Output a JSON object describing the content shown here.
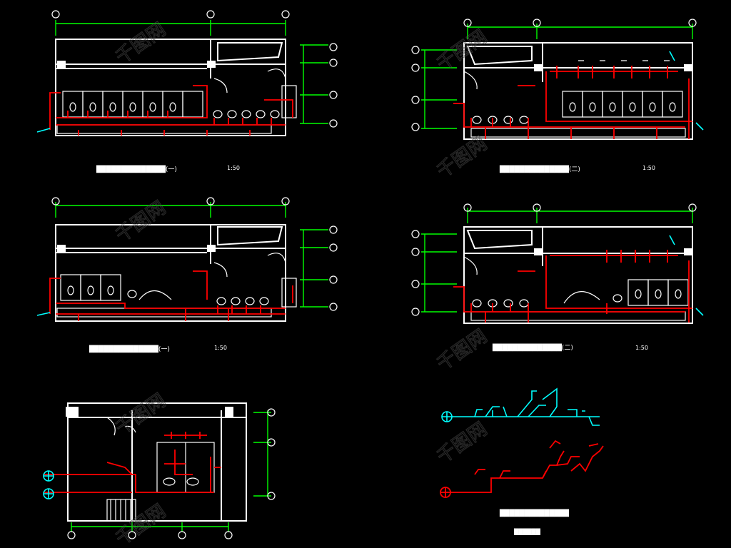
{
  "colors": {
    "background": "#000000",
    "walls": "#ffffff",
    "dimension_lines": "#00ff00",
    "hot_water_pipe": "#ff0000",
    "cold_water_pipe": "#00ffff"
  },
  "watermark": {
    "icon": "watermark-logo-icon",
    "text": "千图网"
  },
  "drawings": [
    {
      "id": "plan-1",
      "scale": "1:50"
    },
    {
      "id": "plan-2",
      "scale": "1:50"
    },
    {
      "id": "plan-3",
      "scale": "1:50"
    },
    {
      "id": "plan-4",
      "scale": "1:50"
    },
    {
      "id": "plan-5"
    },
    {
      "id": "axonometric"
    }
  ]
}
